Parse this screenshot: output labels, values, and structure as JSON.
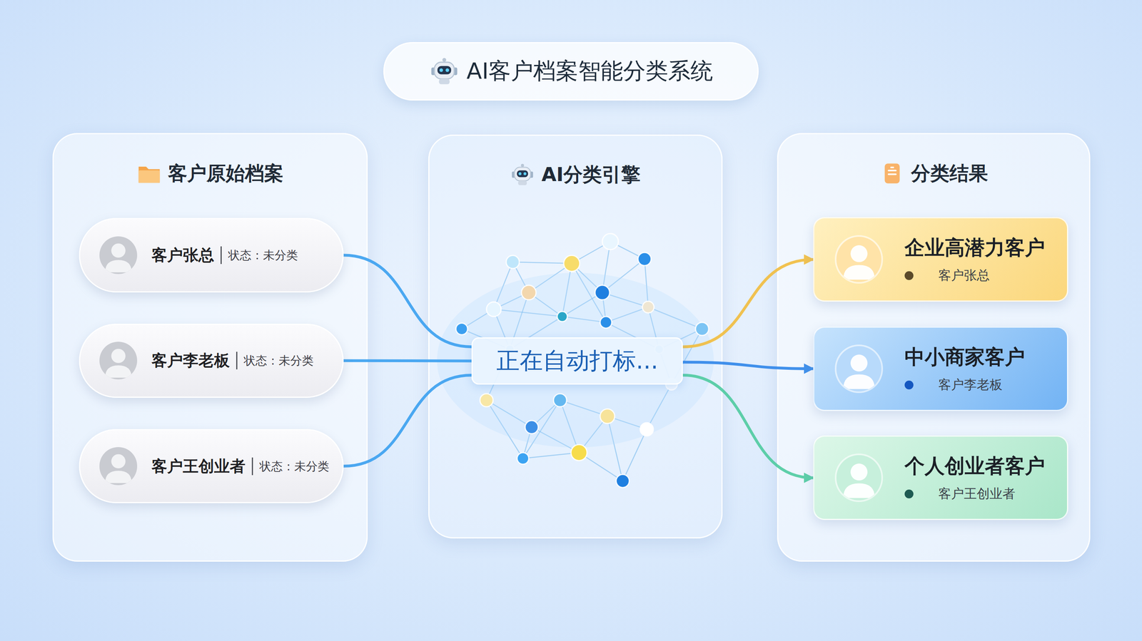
{
  "diagram": {
    "title": "AI客户档案智能分类系统",
    "nodes": [
      {
        "text": [
          "客户原始档案"
        ]
      },
      {
        "text": [
          "客户张总",
          "状态：未分类"
        ],
        "in": 0
      },
      {
        "text": [
          "客户李老板",
          "状态：未分类"
        ],
        "in": 0
      },
      {
        "text": [
          "客户王创业者",
          "状态：未分类"
        ],
        "in": 0
      },
      {
        "text": [
          "AI分类引擎"
        ]
      },
      {
        "text": [
          "正在自动打标..."
        ],
        "in": 4
      },
      {
        "text": [
          "分类结果"
        ]
      },
      {
        "text": [
          "企业高潜力客户",
          "客户张总"
        ],
        "in": 6
      },
      {
        "text": [
          "中小商家客户",
          "客户李老板"
        ],
        "in": 6
      },
      {
        "text": [
          "个人创业者客户",
          "客户王创业者"
        ],
        "in": 6
      }
    ],
    "edges": [
      {
        "from": 1,
        "to": 5,
        "arrow": "none"
      },
      {
        "from": 2,
        "to": 5,
        "arrow": "none"
      },
      {
        "from": 3,
        "to": 5,
        "arrow": "none"
      },
      {
        "from": 5,
        "to": 7,
        "arrow": "to"
      },
      {
        "from": 5,
        "to": 8,
        "arrow": "to"
      },
      {
        "from": 5,
        "to": 9,
        "arrow": "to"
      }
    ]
  }
}
